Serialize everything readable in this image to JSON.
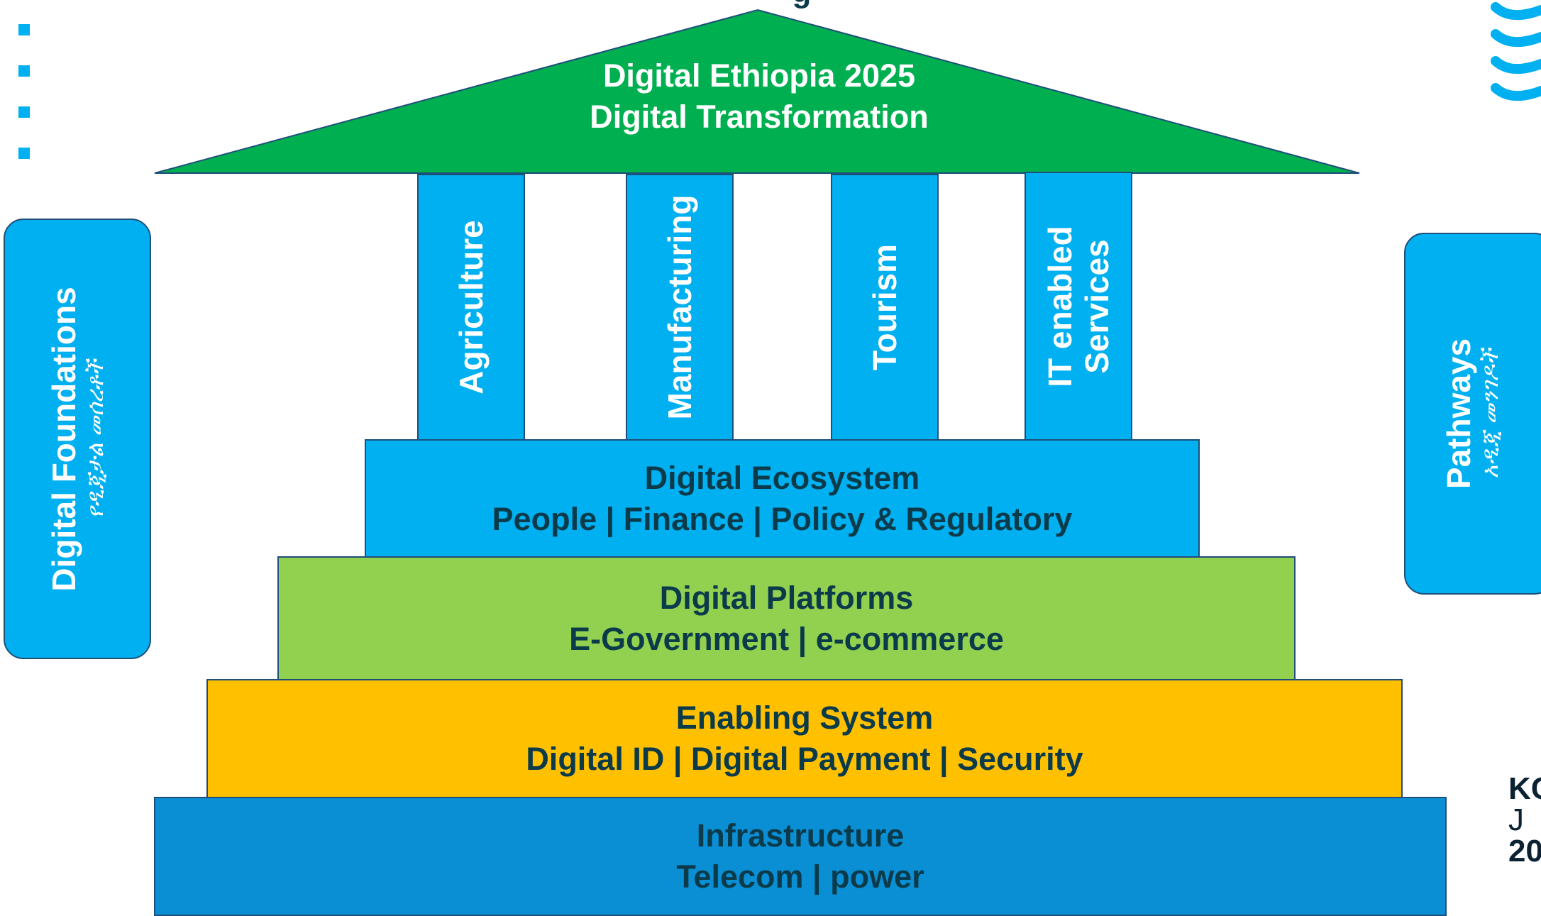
{
  "top_title_partial": "g",
  "roof": {
    "line1": "Digital Ethiopia 2025",
    "line2": "Digital Transformation"
  },
  "pillars": [
    {
      "lines": [
        "Agriculture"
      ]
    },
    {
      "lines": [
        "Manufacturing"
      ]
    },
    {
      "lines": [
        "Tourism"
      ]
    },
    {
      "lines": [
        "IT enabled",
        "Services"
      ]
    }
  ],
  "tiers": {
    "ecosystem": {
      "title": "Digital Ecosystem",
      "items": "People | Finance | Policy & Regulatory"
    },
    "platforms": {
      "title": "Digital Platforms",
      "items": "E-Government | e-commerce"
    },
    "enabling": {
      "title": "Enabling System",
      "items": "Digital ID | Digital Payment | Security"
    },
    "infrastructure": {
      "title": "Infrastructure",
      "items": "Telecom | power"
    }
  },
  "side_left": {
    "title": "Digital Foundations",
    "subtitle": "የዲጂታል መሰረቶች"
  },
  "side_right": {
    "title": "Pathways",
    "subtitle": "አዲጂ መንገዶች"
  },
  "logo_partial": {
    "line1": "KC",
    "line2": "J",
    "line3": "20"
  },
  "colors": {
    "roof_green": "#00b050",
    "pillar_blue": "#00b0f0",
    "ecosystem_blue": "#00b0f0",
    "platforms_green": "#92d050",
    "enabling_yellow": "#ffc000",
    "infrastructure_blue": "#0b8fd4",
    "text_dark": "#0b3b4a",
    "border": "#1f4e79"
  }
}
